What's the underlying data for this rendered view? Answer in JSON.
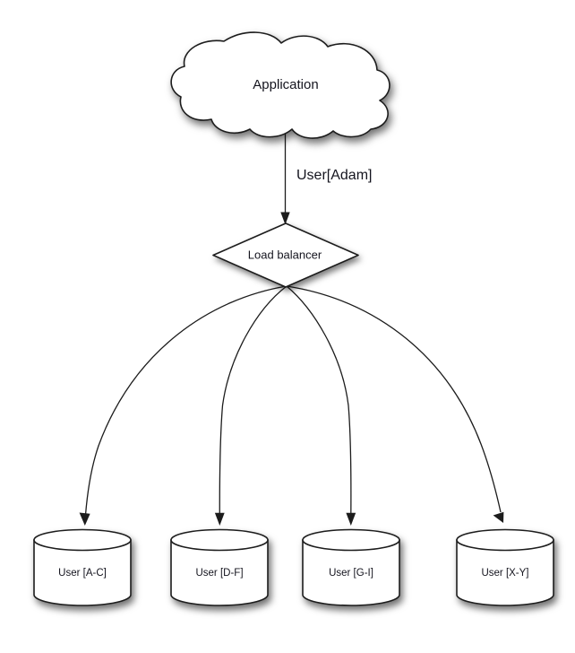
{
  "diagram": {
    "type": "architecture-flow",
    "background_color": "#ffffff",
    "stroke_color": "#1c1c1c",
    "fill_color": "#ffffff",
    "text_color": "#14141e",
    "nodes": {
      "application": {
        "label": "Application",
        "shape": "cloud",
        "icon_name": "cloud-shape"
      },
      "load_balancer": {
        "label": "Load balancer",
        "shape": "diamond",
        "icon_name": "diamond-shape"
      },
      "databases": [
        {
          "label": "User [A-C]",
          "shape": "cylinder",
          "icon_name": "database-cylinder-icon"
        },
        {
          "label": "User [D-F]",
          "shape": "cylinder",
          "icon_name": "database-cylinder-icon"
        },
        {
          "label": "User [G-I]",
          "shape": "cylinder",
          "icon_name": "database-cylinder-icon"
        },
        {
          "label": "User [X-Y]",
          "shape": "cylinder",
          "icon_name": "database-cylinder-icon"
        }
      ]
    },
    "edges": [
      {
        "from": "application",
        "to": "load_balancer",
        "label": "User[Adam]",
        "style": "straight-arrow"
      },
      {
        "from": "load_balancer",
        "to": "db_0",
        "label": "",
        "style": "curved-arrow"
      },
      {
        "from": "load_balancer",
        "to": "db_1",
        "label": "",
        "style": "curved-arrow"
      },
      {
        "from": "load_balancer",
        "to": "db_2",
        "label": "",
        "style": "curved-arrow"
      },
      {
        "from": "load_balancer",
        "to": "db_3",
        "label": "",
        "style": "curved-arrow"
      }
    ]
  }
}
